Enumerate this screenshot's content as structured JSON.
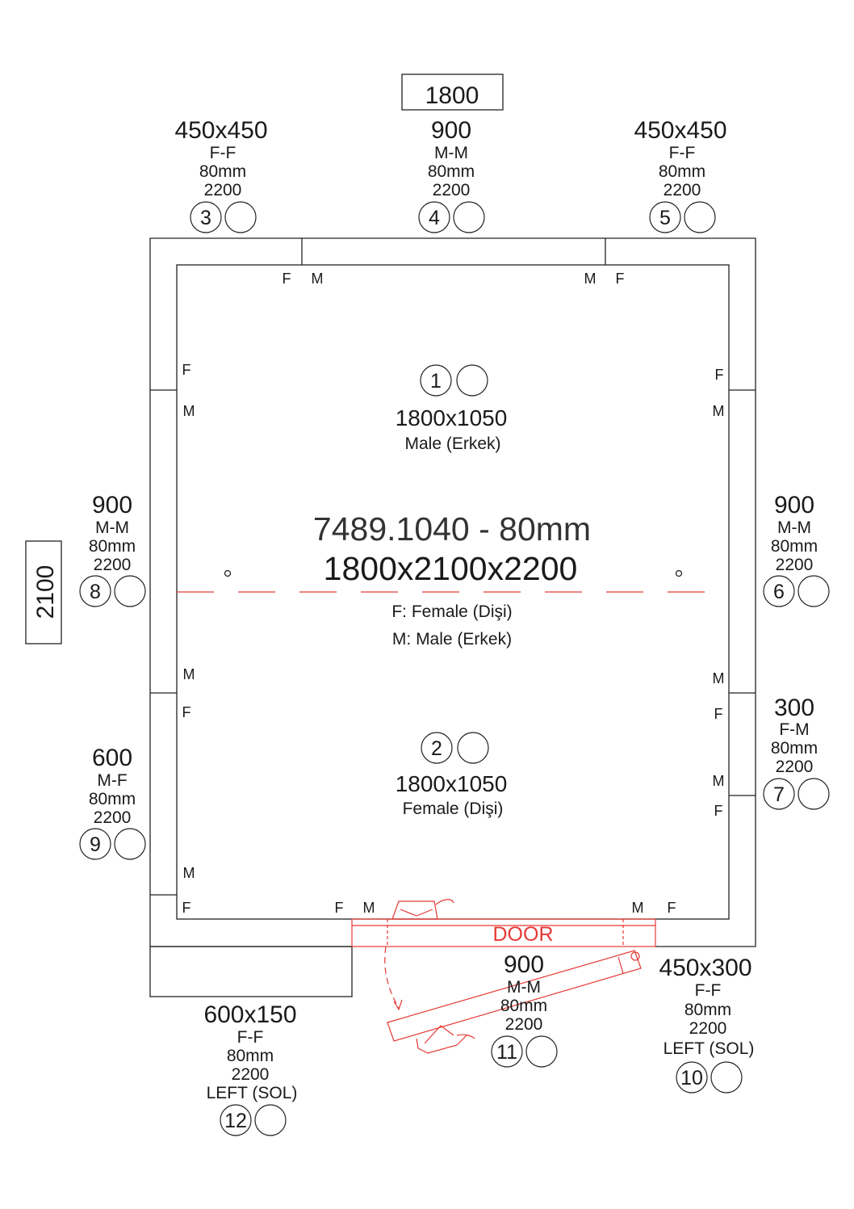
{
  "width_label": "1800",
  "depth_label": "2100",
  "center": {
    "code": "7489.1040 - 80mm",
    "size": "1800x2100x2200",
    "legend_f": "F: Female (Dişi)",
    "legend_m": "M: Male (Erkek)"
  },
  "door_label": "DOOR",
  "ceiling_panels": [
    {
      "num": "1",
      "size": "1800x1050",
      "type": "Male (Erkek)"
    },
    {
      "num": "2",
      "size": "1800x1050",
      "type": "Female (Dişi)"
    }
  ],
  "wall_panels": {
    "p3": {
      "num": "3",
      "size": "450x450",
      "joint": "F-F",
      "thickness": "80mm",
      "height": "2200"
    },
    "p4": {
      "num": "4",
      "size": "900",
      "joint": "M-M",
      "thickness": "80mm",
      "height": "2200"
    },
    "p5": {
      "num": "5",
      "size": "450x450",
      "joint": "F-F",
      "thickness": "80mm",
      "height": "2200"
    },
    "p6": {
      "num": "6",
      "size": "900",
      "joint": "M-M",
      "thickness": "80mm",
      "height": "2200"
    },
    "p7": {
      "num": "7",
      "size": "300",
      "joint": "F-M",
      "thickness": "80mm",
      "height": "2200"
    },
    "p8": {
      "num": "8",
      "size": "900",
      "joint": "M-M",
      "thickness": "80mm",
      "height": "2200"
    },
    "p9": {
      "num": "9",
      "size": "600",
      "joint": "M-F",
      "thickness": "80mm",
      "height": "2200"
    },
    "p10": {
      "num": "10",
      "size": "450x300",
      "joint": "F-F",
      "thickness": "80mm",
      "height": "2200",
      "side": "LEFT (SOL)"
    },
    "p11": {
      "num": "11",
      "size": "900",
      "joint": "M-M",
      "thickness": "80mm",
      "height": "2200"
    },
    "p12": {
      "num": "12",
      "size": "600x150",
      "joint": "F-F",
      "thickness": "80mm",
      "height": "2200",
      "side": "LEFT (SOL)"
    }
  },
  "joint_marks": {
    "f": "F",
    "m": "M"
  }
}
